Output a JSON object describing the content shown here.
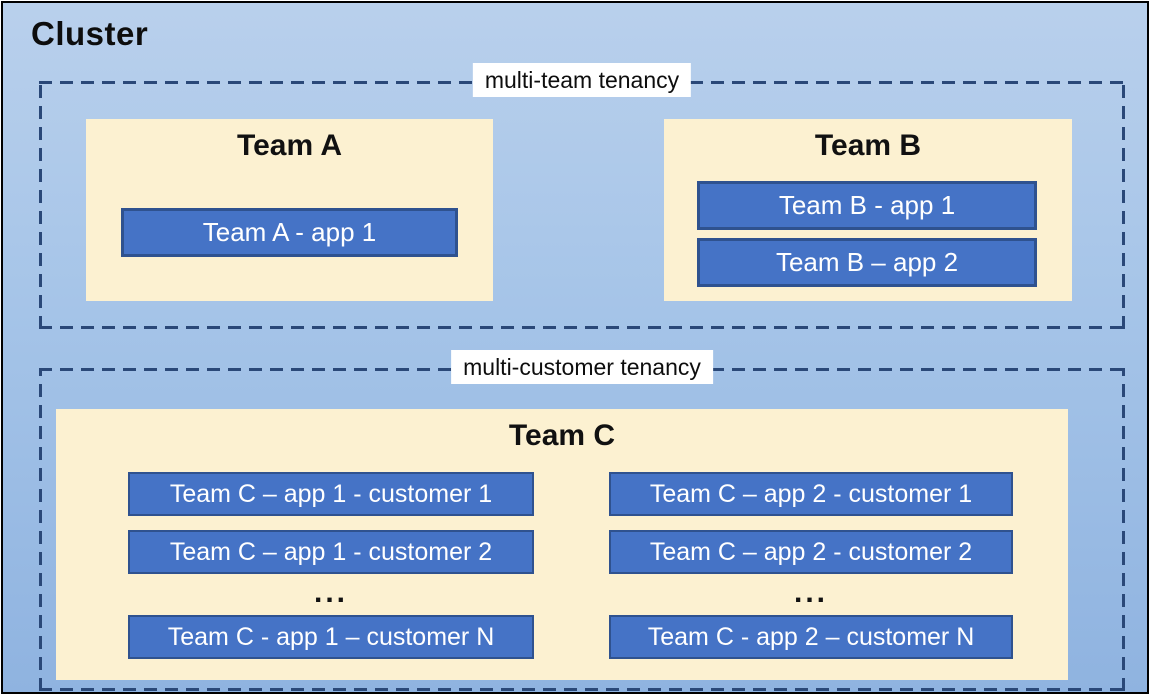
{
  "cluster": {
    "title": "Cluster"
  },
  "zones": {
    "multi_team": {
      "label": "multi-team tenancy",
      "teams": [
        {
          "title": "Team A",
          "apps": [
            "Team A - app 1"
          ]
        },
        {
          "title": "Team B",
          "apps": [
            "Team B - app 1",
            "Team B – app 2"
          ]
        }
      ]
    },
    "multi_customer": {
      "label": "multi-customer tenancy",
      "teams": [
        {
          "title": "Team C",
          "columns": [
            {
              "apps": [
                "Team C – app 1 - customer 1",
                "Team C – app 1 - customer 2",
                "Team C - app 1 – customer N"
              ],
              "ellipsis": "..."
            },
            {
              "apps": [
                "Team C – app 2 - customer 1",
                "Team C – app 2 - customer 2",
                "Team C - app 2 – customer N"
              ],
              "ellipsis": "..."
            }
          ]
        }
      ]
    }
  },
  "colors": {
    "canvas_blue_top": "#b9d0ec",
    "canvas_blue_bottom": "#8fb3e0",
    "team_box_fill": "#fcf1d1",
    "app_box_fill": "#4573c6",
    "app_box_border": "#2f528f",
    "dashed_border": "#2a4878",
    "outer_border": "#000000",
    "app_text": "#ffffff",
    "title_text": "#0d0d0d"
  }
}
